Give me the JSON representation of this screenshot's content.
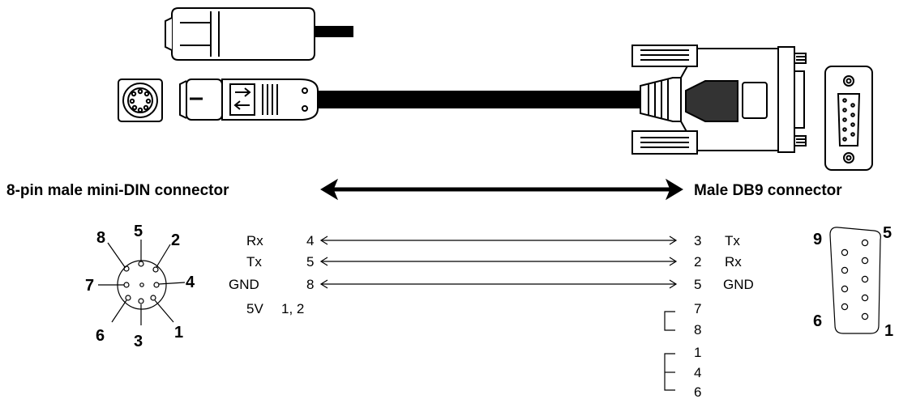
{
  "headings": {
    "left_connector": "8-pin male mini-DIN connector",
    "right_connector": "Male DB9 connector"
  },
  "mini_din_pins": [
    "8",
    "5",
    "2",
    "7",
    "4",
    "6",
    "3",
    "1"
  ],
  "db9_pins": {
    "top_left": "9",
    "top_right": "5",
    "bottom_left": "6",
    "bottom_right": "1"
  },
  "wiring": [
    {
      "left_signal": "Rx",
      "left_pin": "4",
      "right_pin": "3",
      "right_signal": "Tx"
    },
    {
      "left_signal": "Tx",
      "left_pin": "5",
      "right_pin": "2",
      "right_signal": "Rx"
    },
    {
      "left_signal": "GND",
      "left_pin": "8",
      "right_pin": "5",
      "right_signal": "GND"
    }
  ],
  "power": {
    "signal": "5V",
    "pins": "1, 2"
  },
  "jumpers": [
    {
      "pins": [
        "7",
        "8"
      ]
    },
    {
      "pins": [
        "1",
        "4",
        "6"
      ]
    }
  ]
}
